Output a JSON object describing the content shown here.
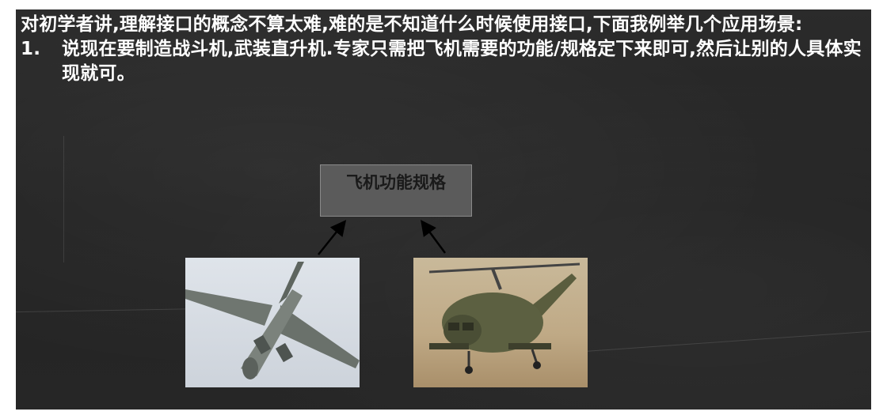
{
  "intro": "对初学者讲,理解接口的概念不算太难,难的是不知道什么时候使用接口,下面我例举几个应用场景:",
  "items": [
    {
      "number": "1.",
      "text": "说现在要制造战斗机,武装直升机.专家只需把飞机需要的功能/规格定下来即可,然后让别的人具体实现就可。"
    }
  ],
  "spec_box": {
    "label": "飞机功能规格"
  },
  "images": {
    "bomber": {
      "icon": "bomber-aircraft-photo"
    },
    "helicopter": {
      "icon": "helicopter-photo"
    }
  },
  "colors": {
    "board": "#262626",
    "text": "#ffffff",
    "box": "#5b5b5b"
  }
}
